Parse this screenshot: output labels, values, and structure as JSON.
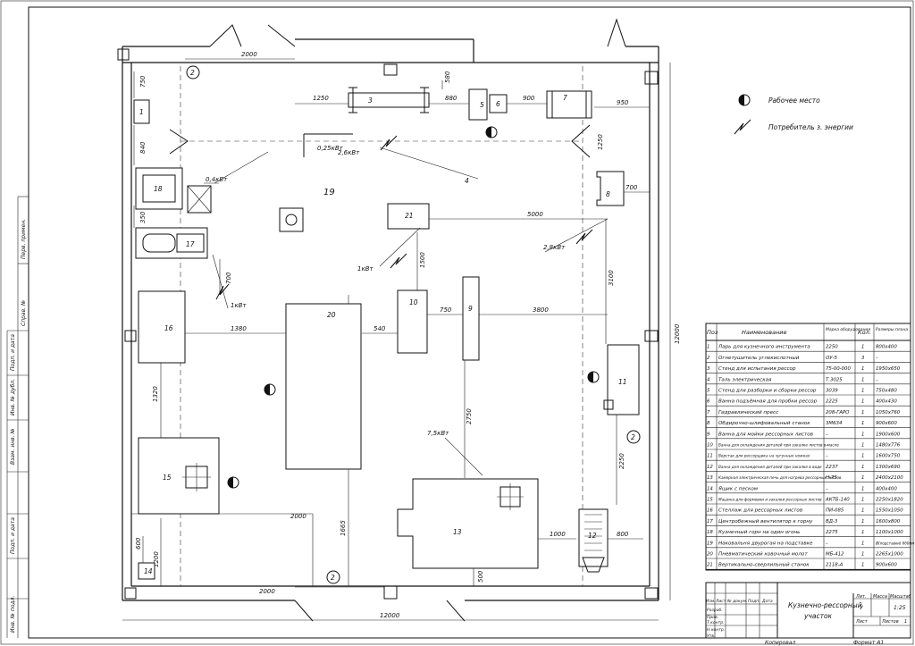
{
  "room": {
    "dims": {
      "d_2000_top": "2000",
      "d_580": "580",
      "d_1250_top": "1250",
      "d_880": "880",
      "d_900": "900",
      "d_950": "950",
      "d_750": "750",
      "d_840": "840",
      "d_1250_right": "1250",
      "d_700_8": "700",
      "d_350": "350",
      "d_700_left": "700",
      "d_5000": "5000",
      "d_1500": "1500",
      "d_3100": "3100",
      "d_1380": "1380",
      "d_540": "540",
      "d_750_mid": "750",
      "d_3800": "3800",
      "d_12000_right": "12000",
      "d_1320": "1320",
      "d_2750": "2750",
      "d_2250": "2250",
      "d_2000_left": "2000",
      "d_1665": "1665",
      "d_600": "600",
      "d_1200": "1200",
      "d_1000": "1000",
      "d_800": "800",
      "d_500": "500",
      "d_2000_bottom": "2000",
      "d_12000_bottom": "12000"
    },
    "power": {
      "p04": "0,4кВт",
      "p025": "0,25кВт",
      "p26": "2,6кВт",
      "p28": "2,8кВт",
      "p1_21": "1кВт",
      "p1_17": "1кВт",
      "p75": "7,5кВт"
    },
    "equipment": {
      "e1": "1",
      "e3": "3",
      "e4": "4",
      "e5": "5",
      "e6": "6",
      "e7": "7",
      "e8": "8",
      "e9": "9",
      "e10": "10",
      "e11": "11",
      "e12": "12",
      "e13": "13",
      "e14": "14",
      "e15": "15",
      "e16": "16",
      "e17": "17",
      "e18": "18",
      "e19": "19",
      "e20": "20",
      "e21": "21"
    },
    "markers": {
      "m2": "2"
    }
  },
  "legend": {
    "workplace": "Рабочее место",
    "consumer": "Потребитель з. энергии"
  },
  "spec_table": {
    "headers": [
      "Поз",
      "Наименование",
      "Марка оборудования",
      "Кол.",
      "Размеры плана"
    ],
    "rows": [
      [
        "1",
        "Ларь для кузнечного инструмента",
        "2250",
        "1",
        "800х400"
      ],
      [
        "2",
        "Огнетушитель углекислотный",
        "ОУ-5",
        "3",
        "–"
      ],
      [
        "3",
        "Стенд для испытания рессор",
        "75-00-000",
        "1",
        "1950х650"
      ],
      [
        "4",
        "Таль электрическая",
        "Т.3025",
        "1",
        "–"
      ],
      [
        "5",
        "Стенд для разборки и сборки рессор",
        "3039",
        "1",
        "750х480"
      ],
      [
        "6",
        "Ванна подъёмная для пробки рессор",
        "2225",
        "1",
        "400х430"
      ],
      [
        "7",
        "Гидравлический пресс",
        "208-ГАРО",
        "1",
        "1050х760"
      ],
      [
        "8",
        "Обдирочно-шлифовальный станок",
        "3М634",
        "1",
        "900х600"
      ],
      [
        "9",
        "Ванна для мойки рессорных листов",
        "–",
        "1",
        "1900х600"
      ],
      [
        "10",
        "Ванна для охлаждения деталей при закалке листов в масле",
        "–",
        "1",
        "1480х776"
      ],
      [
        "11",
        "Верстак для рессорщика на чугунных ножках",
        "–",
        "1",
        "1600х750"
      ],
      [
        "12",
        "Ванна для охлаждения деталей при закалке в воде",
        "2237",
        "1",
        "1300х690"
      ],
      [
        "13",
        "Камерная электрическая печь для нагрева рессорных листов",
        "Н-75",
        "1",
        "2400х2100"
      ],
      [
        "14",
        "Ящик с песком",
        "–",
        "1",
        "400х400"
      ],
      [
        "15",
        "Машина для формовки и закалки рессорных листов",
        "АКТБ-140",
        "1",
        "2250х1820"
      ],
      [
        "16",
        "Стеллаж для рессорных листов",
        "ПИ-085",
        "1",
        "1550х1050"
      ],
      [
        "17",
        "Центробежный вентилятор к горну",
        "ВД-3",
        "1",
        "1600х800"
      ],
      [
        "18",
        "Кузнечный горн на один огонь",
        "2275",
        "1",
        "1100х1000"
      ],
      [
        "19",
        "Наковальня двурогая на подставке",
        "–",
        "1",
        "Ø(подставки) 660мм"
      ],
      [
        "20",
        "Пневматический ковочный молот",
        "МБ-412",
        "1",
        "2265х1000"
      ],
      [
        "21",
        "Вертикально-сверлильный станок",
        "2118-А",
        "1",
        "900х600"
      ]
    ]
  },
  "title_block": {
    "title_line1": "Кузнечно-рессорный",
    "title_line2": "участок",
    "lit_header": "Лит.",
    "mass_header": "Масса",
    "scale_header": "Масштаб",
    "lit_value": "У",
    "scale_value": "1:25",
    "sheet_label": "Лист",
    "sheets_label": "Листов",
    "sheets_value": "1",
    "col_change": "Изм.",
    "col_sheet": "Лист",
    "col_doc": "№ докум.",
    "col_sign": "Подп.",
    "col_date": "Дата",
    "row_dev": "Разраб.",
    "row_check": "Пров.",
    "row_tcontrol": "Т.контр.",
    "row_ncontrol": "Н.контр.",
    "row_approve": "Утв.",
    "copied": "Копировал",
    "format": "Формат   А1"
  },
  "side_stamp": {
    "s1": "Подп. и дата",
    "s2": "Инв. № дубл.",
    "s3": "Взам. инв. №",
    "s4": "Подп. и дата",
    "s5": "Инв. № подл.",
    "s6": "Справ. №",
    "s7": "Перв. примен."
  }
}
